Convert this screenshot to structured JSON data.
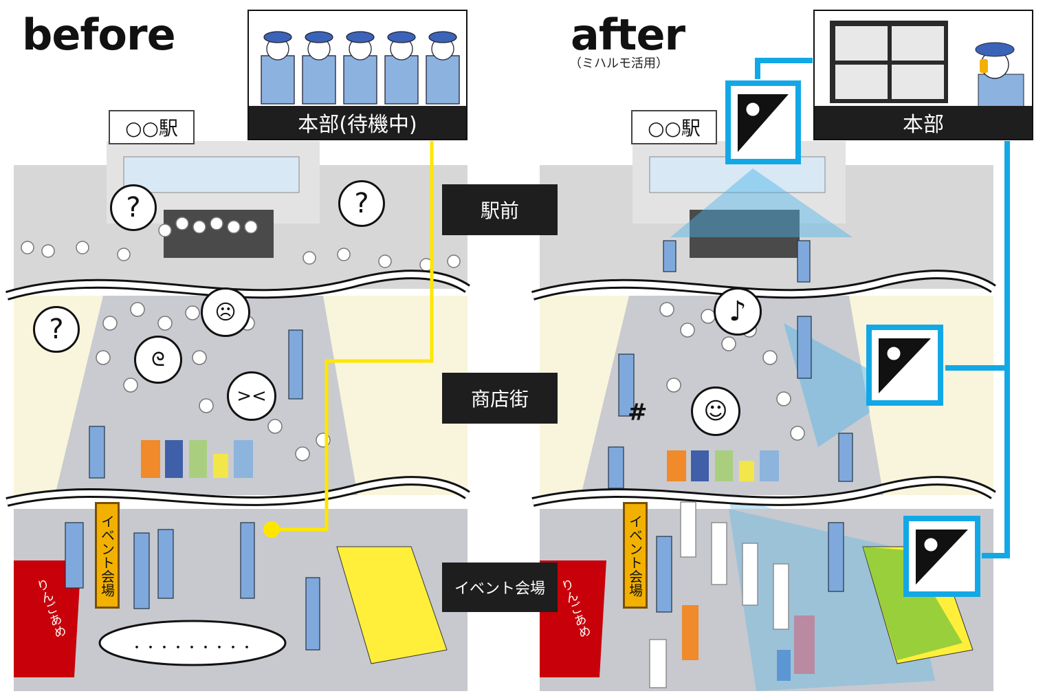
{
  "headings": {
    "before": "before",
    "after": "after",
    "after_sub": "（ミハルモ活用）"
  },
  "hq": {
    "before_label": "本部(待機中)",
    "after_label": "本部"
  },
  "station": {
    "sign": "○○駅"
  },
  "zones": {
    "station_front": "駅前",
    "shopping_street": "商店街",
    "event_venue": "イベント会場"
  },
  "signs": {
    "event_sign": "イベント会場",
    "shop_awning": "りんごあめ"
  },
  "bubbles": {
    "question": "?",
    "silence": "・・・・・・・・・",
    "note": "♪",
    "hash": "#"
  },
  "icons": [
    "camera-icon",
    "smile-icon",
    "sad-face-icon",
    "angry-face-icon",
    "dizzy-face-icon",
    "phone-icon"
  ],
  "colors": {
    "before_link": "#ffe600",
    "after_link": "#12a8e6",
    "camera_view": "#4cb4e8",
    "awning_red": "#c8000a",
    "awning_yellow": "#ffef3a",
    "label_bg": "#1e1e1e"
  }
}
